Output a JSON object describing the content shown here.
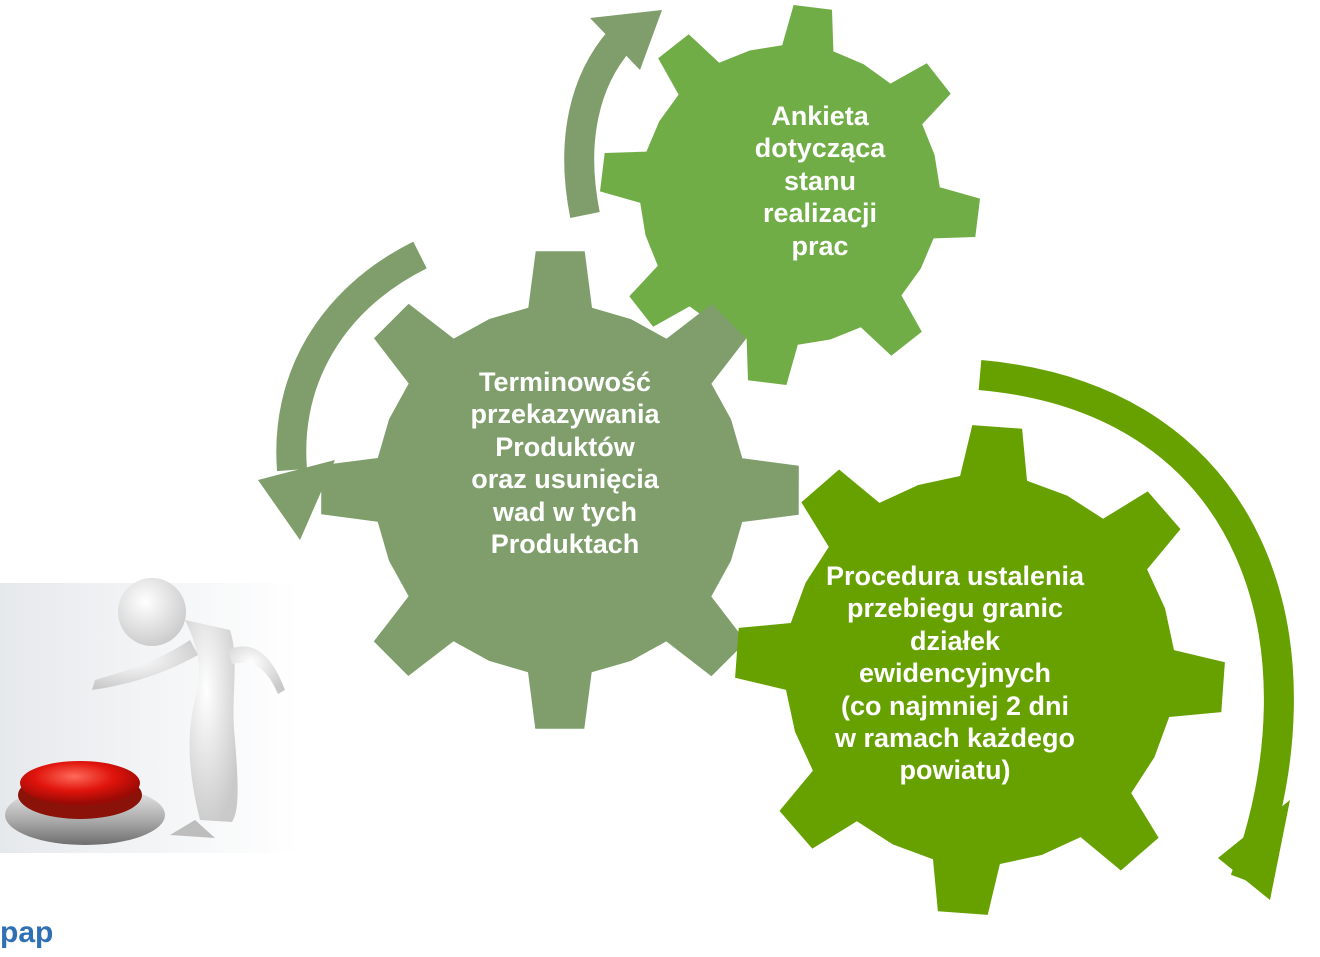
{
  "gears": [
    {
      "id": "survey",
      "label": "Ankieta\ndotycząca\nstanu\nrealizacji\nprac",
      "color": "#70ad47"
    },
    {
      "id": "timeliness",
      "label": "Terminowość\nprzekazywania\nProduktów\noraz usunięcia\nwad w tych\nProduktach",
      "color": "#7f9e6b"
    },
    {
      "id": "procedure",
      "label": "Procedura ustalenia\nprzebiegu granic\ndziałek\newidencyjnych\n(co najmniej 2 dni\nw ramach każdego\npowiatu)",
      "color": "#66a100"
    }
  ],
  "arrows": {
    "muted_color": "#7f9e6b",
    "bright_color": "#66a100"
  },
  "brand": {
    "text": "pap"
  }
}
